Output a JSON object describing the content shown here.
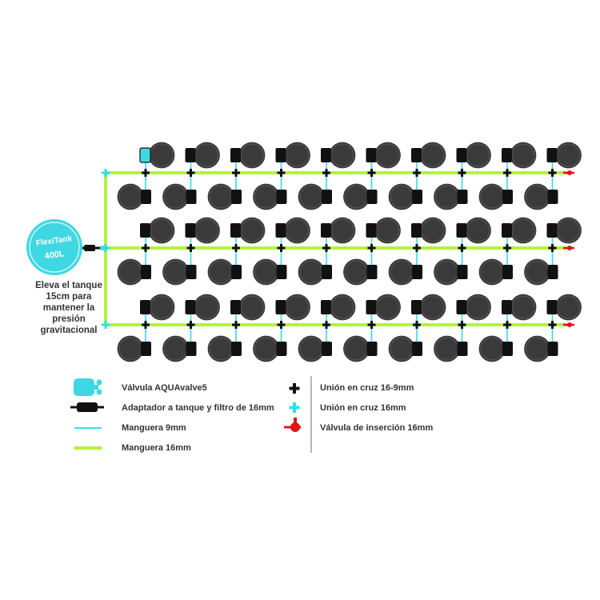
{
  "tank": {
    "line1": "FlexiTank",
    "line2": "400L"
  },
  "note": [
    "Eleva el tanque",
    "15cm para",
    "mantener la",
    "presión",
    "gravitacional"
  ],
  "colors": {
    "hose16": "#b5f23a",
    "hose9": "#2ee0ec",
    "tank": "#3fd8e2",
    "pot": "#3a3a3a",
    "valve": "#111111",
    "insertion_valve": "#e0141b",
    "cross_joint_16_9": "#111111",
    "cross_joint_16": "#2ee0ec"
  },
  "layout": {
    "rows": 3,
    "pots_per_side": 10,
    "pots_total": 60
  },
  "legend": {
    "left": [
      {
        "icon": "aquavalve-icon",
        "label": "Válvula AQUAvalve5"
      },
      {
        "icon": "tank-adapter-filter-icon",
        "label": "Adaptador a tanque y filtro de 16mm"
      },
      {
        "icon": "hose-9mm-icon",
        "label": "Manguera 9mm"
      },
      {
        "icon": "hose-16mm-icon",
        "label": "Manguera 16mm"
      }
    ],
    "right": [
      {
        "icon": "cross-joint-16-9-icon",
        "label": "Unión en cruz 16-9mm"
      },
      {
        "icon": "cross-joint-16-icon",
        "label": "Unión en cruz 16mm"
      },
      {
        "icon": "insertion-valve-icon",
        "label": "Válvula de inserción 16mm"
      }
    ]
  }
}
